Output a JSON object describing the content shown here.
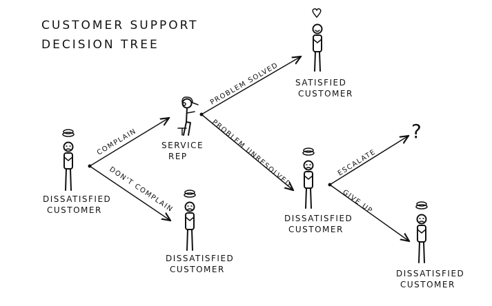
{
  "title": {
    "line1": "CUSTOMER SUPPORT",
    "line2": "DECISION TREE"
  },
  "nodes": {
    "start": {
      "line1": "DISSATISFIED",
      "line2": "CUSTOMER"
    },
    "rep": {
      "line1": "SERVICE",
      "line2": "REP"
    },
    "no_complain": {
      "line1": "DISSATISFIED",
      "line2": "CUSTOMER"
    },
    "satisfied": {
      "line1": "SATISFIED",
      "line2": "CUSTOMER"
    },
    "unresolved": {
      "line1": "DISSATISFIED",
      "line2": "CUSTOMER"
    },
    "escalate_result": {
      "symbol": "?"
    },
    "gave_up": {
      "line1": "DISSATISFIED",
      "line2": "CUSTOMER"
    }
  },
  "edges": {
    "complain": "COMPLAIN",
    "dont_complain": "DON'T COMPLAIN",
    "problem_solved": "PROBLEM SOLVED",
    "problem_unresolved": "PROBLEM UNRESOLVED",
    "escalate": "ESCALATE",
    "give_up": "GIVE UP"
  },
  "colors": {
    "ink": "#111111",
    "background": "#ffffff"
  },
  "icons": {
    "heart": "heart-icon",
    "scribble": "frustration-scribble-icon",
    "person": "stick-figure-icon"
  }
}
